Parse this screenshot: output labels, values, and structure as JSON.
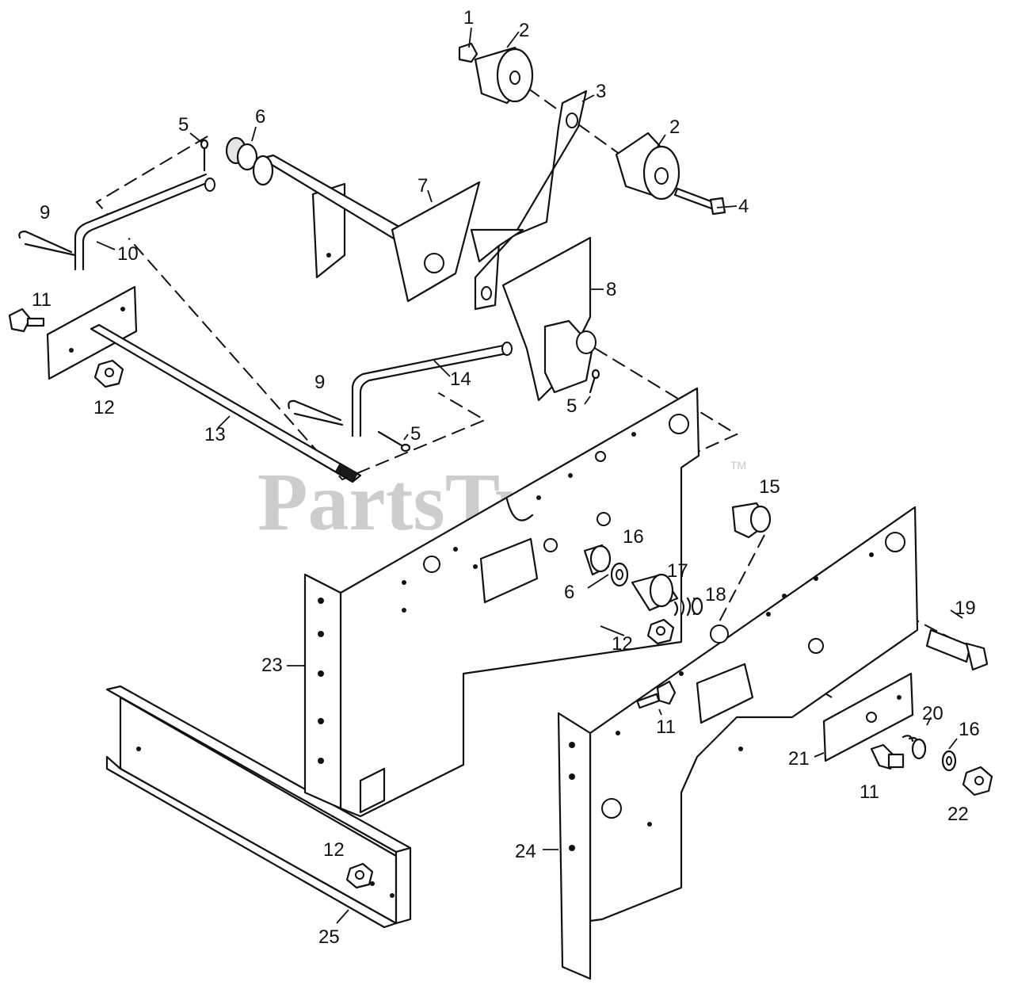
{
  "watermark": {
    "text": "PartsTree",
    "trademark": "TM",
    "color": "#c8c8c8"
  },
  "callouts": [
    {
      "id": "c1",
      "label": "1"
    },
    {
      "id": "c2a",
      "label": "2"
    },
    {
      "id": "c2b",
      "label": "2"
    },
    {
      "id": "c3",
      "label": "3"
    },
    {
      "id": "c4",
      "label": "4"
    },
    {
      "id": "c5a",
      "label": "5"
    },
    {
      "id": "c5b",
      "label": "5"
    },
    {
      "id": "c5c",
      "label": "5"
    },
    {
      "id": "c6a",
      "label": "6"
    },
    {
      "id": "c6b",
      "label": "6"
    },
    {
      "id": "c7",
      "label": "7"
    },
    {
      "id": "c8",
      "label": "8"
    },
    {
      "id": "c9a",
      "label": "9"
    },
    {
      "id": "c9b",
      "label": "9"
    },
    {
      "id": "c10",
      "label": "10"
    },
    {
      "id": "c11a",
      "label": "11"
    },
    {
      "id": "c11b",
      "label": "11"
    },
    {
      "id": "c11c",
      "label": "11"
    },
    {
      "id": "c12a",
      "label": "12"
    },
    {
      "id": "c12b",
      "label": "12"
    },
    {
      "id": "c12c",
      "label": "12"
    },
    {
      "id": "c13",
      "label": "13"
    },
    {
      "id": "c14",
      "label": "14"
    },
    {
      "id": "c15",
      "label": "15"
    },
    {
      "id": "c16a",
      "label": "16"
    },
    {
      "id": "c16b",
      "label": "16"
    },
    {
      "id": "c17",
      "label": "17"
    },
    {
      "id": "c18",
      "label": "18"
    },
    {
      "id": "c19",
      "label": "19"
    },
    {
      "id": "c20",
      "label": "20"
    },
    {
      "id": "c21",
      "label": "21"
    },
    {
      "id": "c22",
      "label": "22"
    },
    {
      "id": "c23",
      "label": "23"
    },
    {
      "id": "c24",
      "label": "24"
    },
    {
      "id": "c25",
      "label": "25"
    }
  ]
}
